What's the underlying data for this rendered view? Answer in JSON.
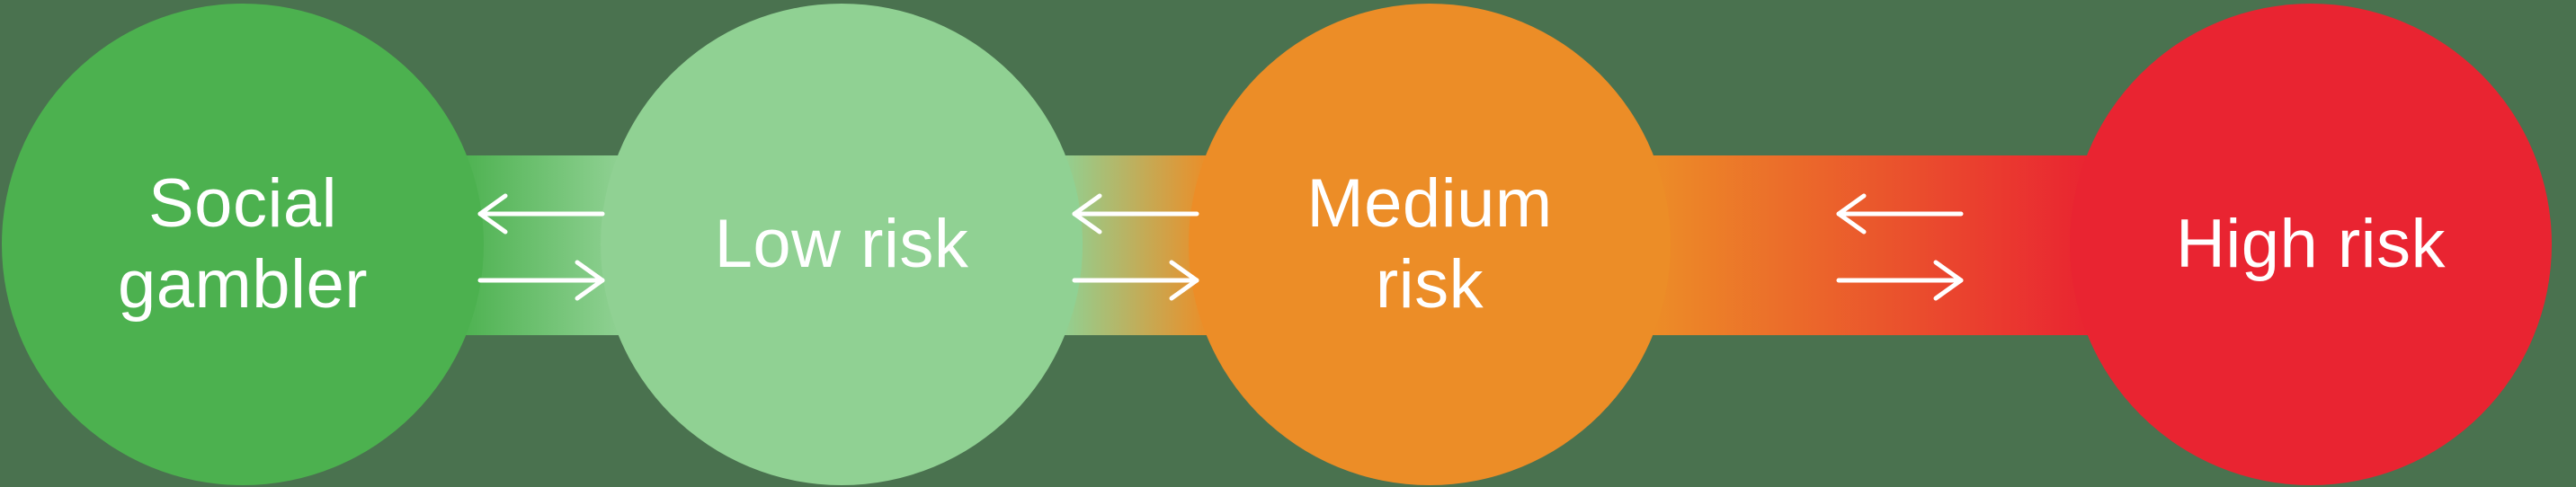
{
  "background_color": "#4A724F",
  "text_color": "#FFFFFF",
  "arrow_color": "#FFFFFF",
  "stages": [
    {
      "label": "Social gambler",
      "lines": [
        "Social",
        "gambler"
      ],
      "color": "#4CB14F"
    },
    {
      "label": "Low risk",
      "lines": [
        "Low risk"
      ],
      "color": "#90D193"
    },
    {
      "label": "Medium risk",
      "lines": [
        "Medium",
        "risk"
      ],
      "color": "#EC8D27"
    },
    {
      "label": "High risk",
      "lines": [
        "High risk"
      ],
      "color": "#E92431"
    }
  ],
  "connectors": [
    {
      "from": "Social gambler",
      "to": "Low risk",
      "from_color": "#4CB14F",
      "to_color": "#90D193",
      "direction": "bidirectional"
    },
    {
      "from": "Low risk",
      "to": "Medium risk",
      "from_color": "#90D193",
      "to_color": "#EC8D27",
      "direction": "bidirectional"
    },
    {
      "from": "Medium risk",
      "to": "High risk",
      "from_color": "#EC8D27",
      "to_color": "#E92431",
      "direction": "bidirectional"
    }
  ]
}
